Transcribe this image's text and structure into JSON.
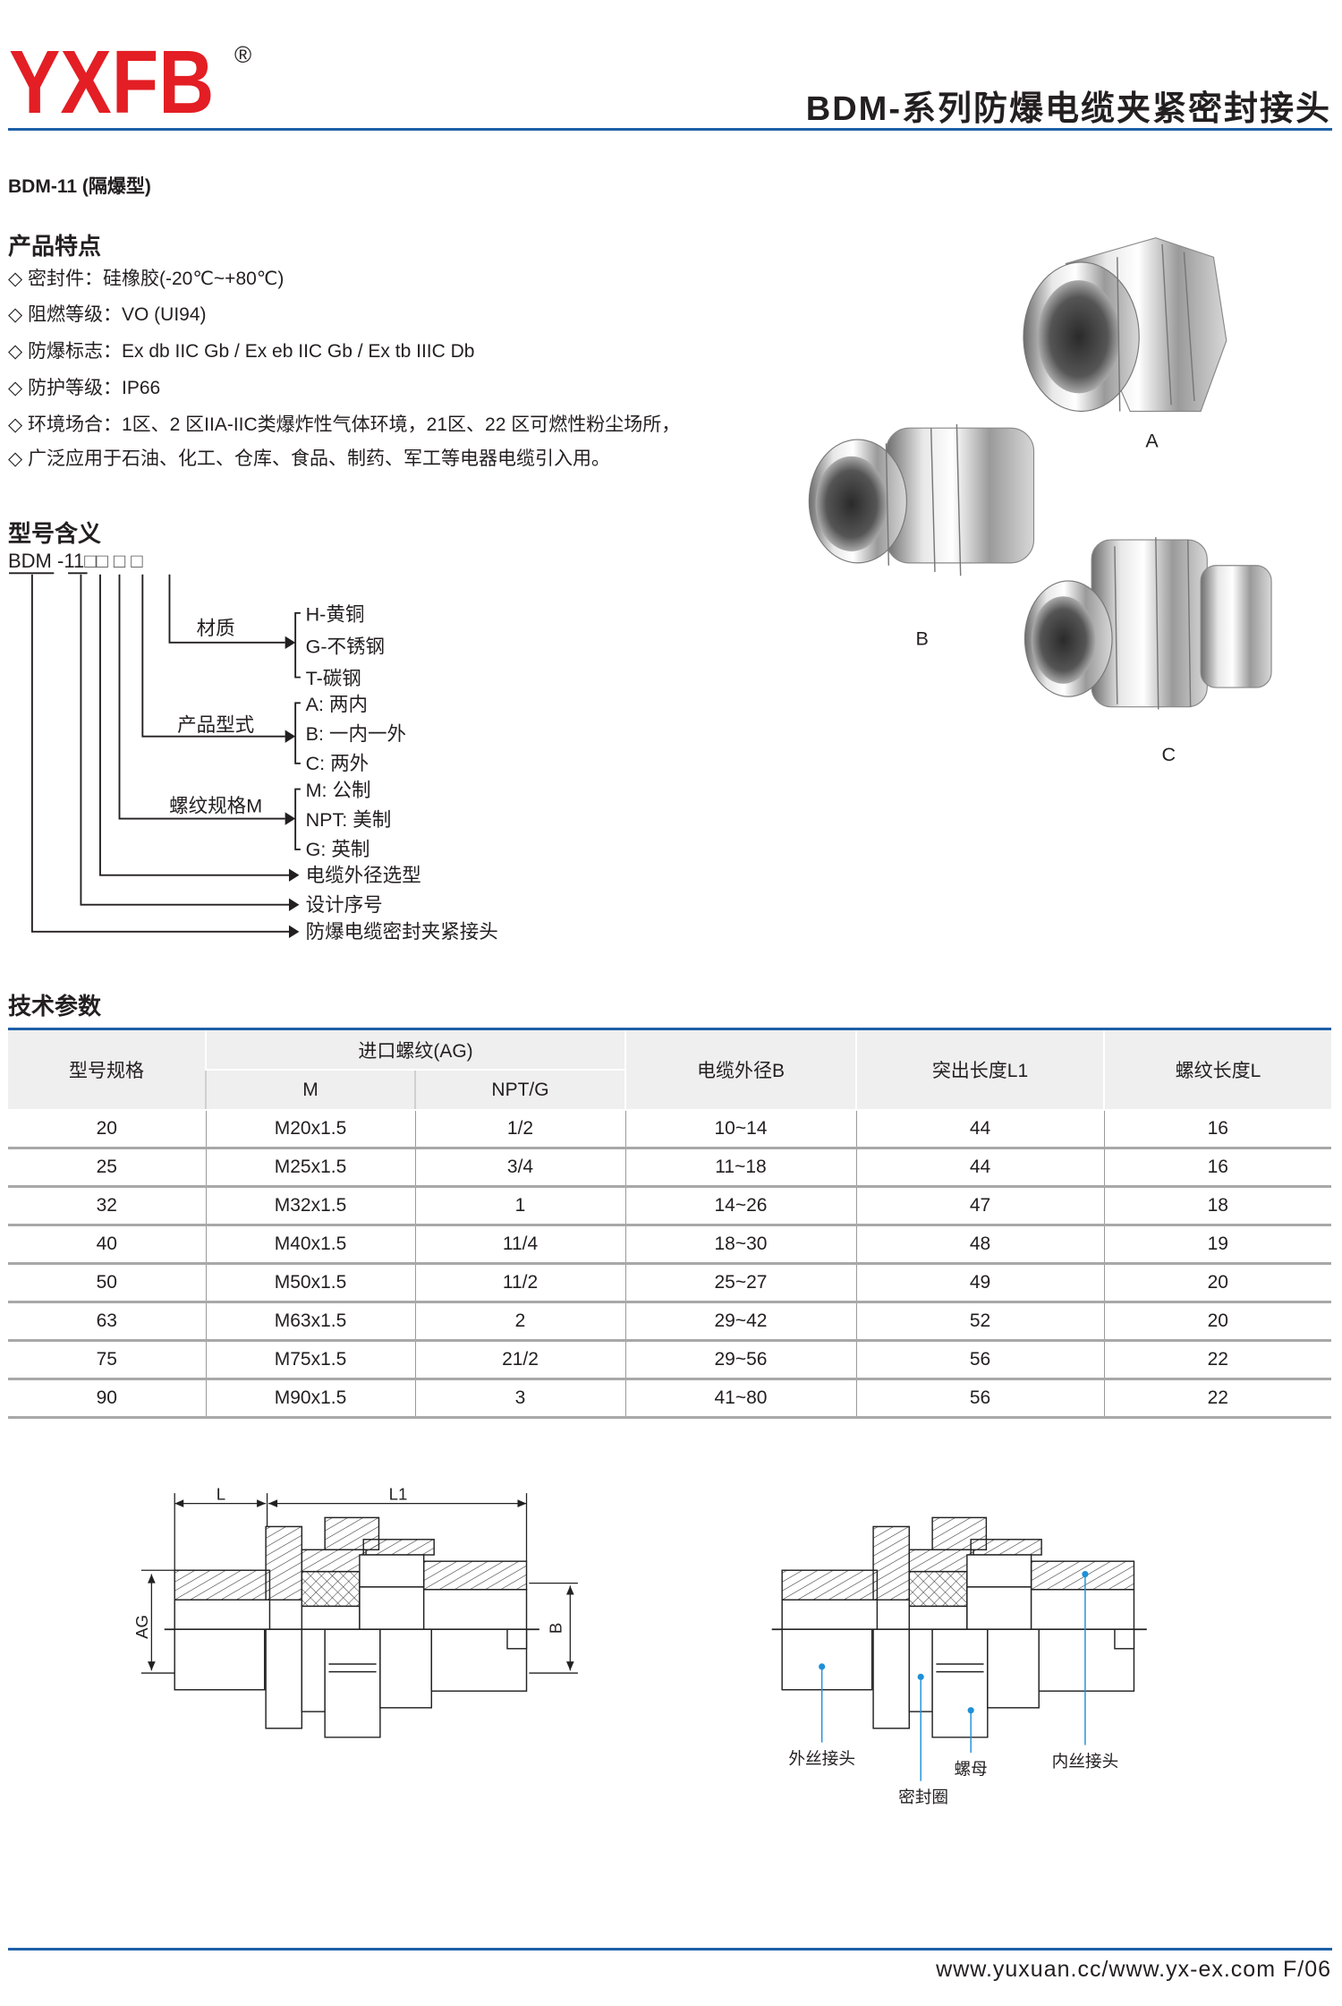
{
  "header": {
    "logo": "YXFB",
    "registered_mark": "®",
    "title": "BDM-系列防爆电缆夹紧密封接头"
  },
  "model_subtitle": "BDM-11 (隔爆型)",
  "features": {
    "heading": "产品特点",
    "items": [
      "◇ 密封件：硅橡胶(-20℃~+80℃)",
      "◇ 阻燃等级：VO (UI94)",
      "◇ 防爆标志：Ex db IIC Gb / Ex eb IIC Gb / Ex tb IIIC Db",
      "◇ 防护等级：IP66",
      "◇ 环境场合：1区、2 区IIA-IIC类爆炸性气体环境，21区、22 区可燃性粉尘场所，",
      "◇ 广泛应用于石油、化工、仓库、食品、制药、军工等电器电缆引入用。"
    ]
  },
  "model_meaning": {
    "heading": "型号含义",
    "code_prefix": "BDM",
    "code_series": "-11",
    "code_boxes": "□□ □ □",
    "groups": [
      {
        "label": "材质",
        "options": [
          "H-黄铜",
          "G-不锈钢",
          "T-碳钢"
        ]
      },
      {
        "label": "产品型式",
        "options": [
          "A: 两内",
          "B: 一内一外",
          "C: 两外"
        ]
      },
      {
        "label": "螺纹规格M",
        "options": [
          "M: 公制",
          "NPT: 美制",
          "G: 英制"
        ]
      }
    ],
    "singles": [
      "电缆外径选型",
      "设计序号",
      "防爆电缆密封夹紧接头"
    ]
  },
  "product_photos": {
    "labels": [
      "A",
      "B",
      "C"
    ]
  },
  "tech_params": {
    "heading": "技术参数",
    "headers": {
      "model": "型号规格",
      "inlet_thread": "进口螺纹(AG)",
      "m": "M",
      "npt_g": "NPT/G",
      "cable_od": "电缆外径B",
      "protrusion": "突出长度L1",
      "thread_length": "螺纹长度L"
    },
    "rows": [
      [
        "20",
        "M20x1.5",
        "1/2",
        "10~14",
        "44",
        "16"
      ],
      [
        "25",
        "M25x1.5",
        "3/4",
        "11~18",
        "44",
        "16"
      ],
      [
        "32",
        "M32x1.5",
        "1",
        "14~26",
        "47",
        "18"
      ],
      [
        "40",
        "M40x1.5",
        "11/4",
        "18~30",
        "48",
        "19"
      ],
      [
        "50",
        "M50x1.5",
        "11/2",
        "25~27",
        "49",
        "20"
      ],
      [
        "63",
        "M63x1.5",
        "2",
        "29~42",
        "52",
        "20"
      ],
      [
        "75",
        "M75x1.5",
        "21/2",
        "29~56",
        "56",
        "22"
      ],
      [
        "90",
        "M90x1.5",
        "3",
        "41~80",
        "56",
        "22"
      ]
    ]
  },
  "drawing": {
    "dim_L": "L",
    "dim_L1": "L1",
    "dim_AG": "AG",
    "dim_B": "B",
    "callouts": [
      "外丝接头",
      "密封圈",
      "螺母",
      "内丝接头"
    ]
  },
  "footer": {
    "text": "www.yuxuan.cc/www.yx-ex.com  F/06"
  },
  "colors": {
    "brand_red": "#e31e24",
    "rule_blue": "#1d5fa8",
    "callout_blue": "#1e90d8"
  }
}
